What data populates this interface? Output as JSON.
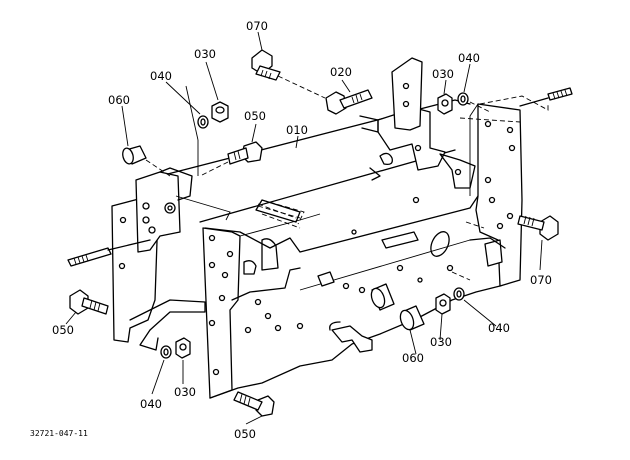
{
  "diagram": {
    "part_labels": {
      "p010": "010",
      "p020": "020",
      "p030_top_left": "030",
      "p030_top_right": "030",
      "p030_bottom_right": "030",
      "p030_bottom_left": "030",
      "p040_top_left": "040",
      "p040_top_right": "040",
      "p040_bottom_right": "040",
      "p040_bottom_left": "040",
      "p050_top": "050",
      "p050_left": "050",
      "p050_bottom": "050",
      "p060_left": "060",
      "p060_bottom": "060",
      "p070_top": "070",
      "p070_right": "070"
    },
    "drawing_code": "32721-047-11"
  }
}
